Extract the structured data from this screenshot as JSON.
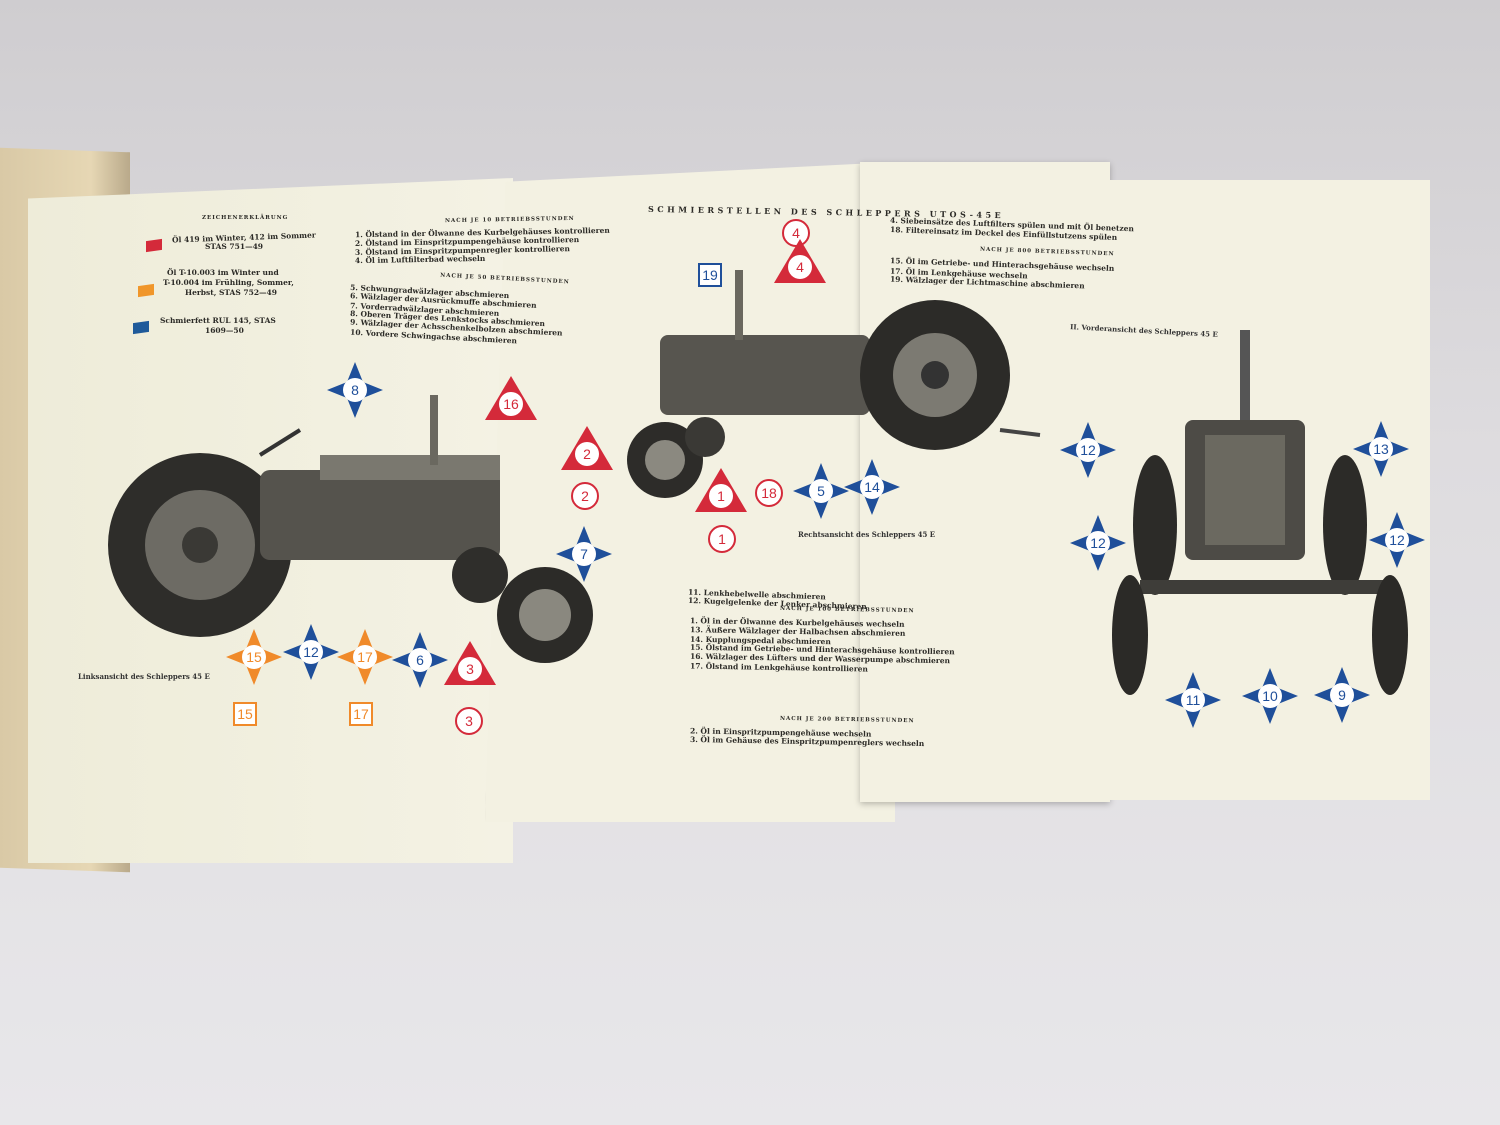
{
  "title": "SCHMIERSTELLEN DES SCHLEPPERS UTOS-45E",
  "legend": {
    "heading": "ZEICHENERKLÄRUNG",
    "items": [
      {
        "color": "#d42a3a",
        "text1": "Öl 419 im Winter, 412 im Sommer",
        "text2": "STAS 751—49"
      },
      {
        "color": "#f0962a",
        "text1": "Öl T-10.003 im Winter und",
        "text2": "T-10.004 im Frühling, Sommer,",
        "text3": "Herbst, STAS 752—49"
      },
      {
        "color": "#1f5a9a",
        "text1": "Schmierfett RUL 145, STAS",
        "text2": "1609—50"
      }
    ]
  },
  "sections": {
    "s10": {
      "heading": "NACH JE 10 BETRIEBSSTUNDEN",
      "items": [
        "1. Ölstand in der Ölwanne des Kurbelgehäuses kontrollieren",
        "2. Ölstand im Einspritzpumpengehäuse kontrollieren",
        "3. Ölstand im Einspritzpumpenregler kontrollieren",
        "4. Öl im Luftfilterbad wechseln"
      ]
    },
    "s50": {
      "heading": "NACH JE 50 BETRIEBSSTUNDEN",
      "items": [
        "5. Schwungradwälzlager abschmieren",
        "6. Wälzlager der Ausrückmuffe abschmieren",
        "7. Vorderradwälzlager abschmieren",
        "8. Oberen Träger des Lenkstocks abschmieren",
        "9. Wälzlager der Achsschenkelbolzen abschmieren",
        "10. Vordere Schwingachse abschmieren",
        "11. Lenkhebelwelle abschmieren",
        "12. Kugelgelenke der Lenker abschmieren"
      ]
    },
    "s100": {
      "heading": "NACH JE 100 BETRIEBSSTUNDEN",
      "items": [
        "1. Öl in der Ölwanne des Kurbelgehäuses wechseln",
        "13. Äußere Wälzlager der Halbachsen abschmieren",
        "14. Kupplungspedal abschmieren",
        "15. Ölstand im Getriebe- und Hinterachsgehäuse kontrollieren",
        "16. Wälzlager des Lüfters und der Wasserpumpe abschmieren",
        "17. Ölstand im Lenkgehäuse kontrollieren"
      ]
    },
    "s200": {
      "heading": "NACH JE 200 BETRIEBSSTUNDEN",
      "items": [
        "2. Öl in Einspritzpumpengehäuse wechseln",
        "3. Öl im Gehäuse des Einspritzpumpenreglers wechseln",
        "4. Siebeinsätze des Luftfilters spülen und mit Öl benetzen",
        "18. Filtereinsatz im Deckel des Einfüllstutzens spülen"
      ]
    },
    "s800": {
      "heading": "NACH JE 800 BETRIEBSSTUNDEN",
      "items": [
        "15. Öl im Getriebe- und Hinterachsgehäuse wechseln",
        "17. Öl im Lenkgehäuse wechseln",
        "19. Wälzlager der Lichtmaschine abschmieren"
      ]
    }
  },
  "captions": {
    "left": "Linksansicht des Schleppers 45 E",
    "right": "Rechtsansicht des Schleppers 45 E",
    "front": "II. Vorderansicht des Schleppers 45 E"
  },
  "markers": [
    {
      "n": "8",
      "shape": "star",
      "color": "blue"
    },
    {
      "n": "16",
      "shape": "triangle",
      "color": "red"
    },
    {
      "n": "2",
      "shape": "triangle",
      "color": "red"
    },
    {
      "n": "2",
      "shape": "circle",
      "color": "red"
    },
    {
      "n": "7",
      "shape": "star",
      "color": "blue"
    },
    {
      "n": "15",
      "shape": "star",
      "color": "orange"
    },
    {
      "n": "15",
      "shape": "square",
      "color": "orange"
    },
    {
      "n": "12",
      "shape": "star",
      "color": "blue"
    },
    {
      "n": "17",
      "shape": "star",
      "color": "orange"
    },
    {
      "n": "17",
      "shape": "square",
      "color": "orange"
    },
    {
      "n": "6",
      "shape": "star",
      "color": "blue"
    },
    {
      "n": "3",
      "shape": "triangle",
      "color": "red"
    },
    {
      "n": "3",
      "shape": "circle",
      "color": "red"
    },
    {
      "n": "4",
      "shape": "circle",
      "color": "red"
    },
    {
      "n": "4",
      "shape": "triangle",
      "color": "red"
    },
    {
      "n": "19",
      "shape": "square",
      "color": "blue"
    },
    {
      "n": "1",
      "shape": "triangle",
      "color": "red"
    },
    {
      "n": "1",
      "shape": "circle",
      "color": "red"
    },
    {
      "n": "18",
      "shape": "circle",
      "color": "red"
    },
    {
      "n": "5",
      "shape": "star",
      "color": "blue"
    },
    {
      "n": "14",
      "shape": "star",
      "color": "blue"
    },
    {
      "n": "12",
      "shape": "star",
      "color": "blue"
    },
    {
      "n": "12",
      "shape": "star",
      "color": "blue"
    },
    {
      "n": "12",
      "shape": "star",
      "color": "blue"
    },
    {
      "n": "13",
      "shape": "star",
      "color": "blue"
    },
    {
      "n": "11",
      "shape": "star",
      "color": "blue"
    },
    {
      "n": "10",
      "shape": "star",
      "color": "blue"
    },
    {
      "n": "9",
      "shape": "star",
      "color": "blue"
    }
  ],
  "colors": {
    "red": "#d42a3a",
    "blue": "#1f4f9a",
    "orange": "#f08a2a"
  }
}
